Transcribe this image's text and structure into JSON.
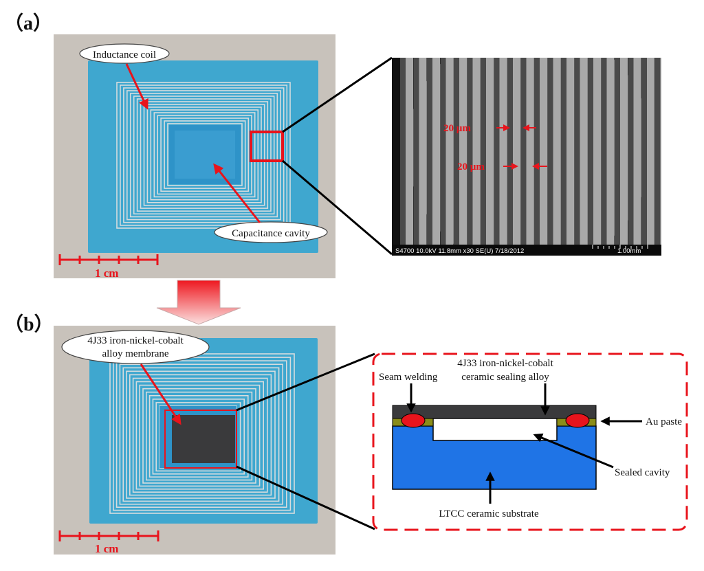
{
  "panels": {
    "a": {
      "label": "（a）",
      "coil_callout": "Inductance coil",
      "cavity_callout": "Capacitance cavity",
      "scale_label": "1 cm",
      "sem": {
        "spacing_1": "20 µm",
        "spacing_2": "20 µm",
        "info": "S4700 10.0kV 11.8mm x30 SE(U) 7/18/2012",
        "scale": "1.00mm"
      }
    },
    "b": {
      "label": "（b）",
      "membrane_callout_line1": "4J33 iron-nickel-cobalt",
      "membrane_callout_line2": "alloy membrane",
      "scale_label": "1 cm",
      "cross_section": {
        "seam_welding": "Seam welding",
        "alloy_line1": "4J33 iron-nickel-cobalt",
        "alloy_line2": "ceramic sealing alloy",
        "au_paste": "Au paste",
        "sealed_cavity": "Sealed cavity",
        "substrate": "LTCC ceramic substrate"
      }
    }
  },
  "colors": {
    "board_blue": "#3fa7cf",
    "cavity_blue": "#2e93c8",
    "coil_silver": "#d7dcde",
    "photo_bg": "#c8c2bb",
    "arrow_red": "#e8141c",
    "membrane_dark": "#3a3a3c",
    "substrate_blue": "#1f74e6",
    "au_olive": "#8a8d1a",
    "frame_red": "#e8141c"
  }
}
